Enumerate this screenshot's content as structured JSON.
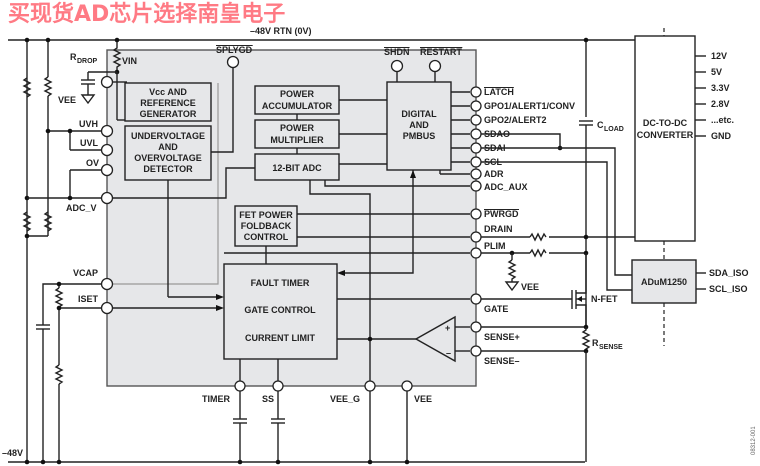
{
  "rails": {
    "top": "–48V RTN (0V)",
    "bottom": "–48V"
  },
  "components": {
    "r_drop": {
      "main": "R",
      "sub": "DROP"
    },
    "c_load": {
      "main": "C",
      "sub": "LOAD"
    },
    "r_sense": {
      "main": "R",
      "sub": "SENSE"
    },
    "n_fet": "N-FET",
    "vee_ground_left": "VEE",
    "vee_ground_plim": "VEE"
  },
  "blocks": {
    "vcc_ref": [
      "Vcc AND",
      "REFERENCE",
      "GENERATOR"
    ],
    "uv_ov": [
      "UNDERVOLTAGE",
      "AND",
      "OVERVOLTAGE",
      "DETECTOR"
    ],
    "power_acc": [
      "POWER",
      "ACCUMULATOR"
    ],
    "power_mult": [
      "POWER",
      "MULTIPLIER"
    ],
    "adc": "12-BIT ADC",
    "digital": [
      "DIGITAL",
      "AND",
      "PMBUS"
    ],
    "fet_foldback": [
      "FET POWER",
      "FOLDBACK",
      "CONTROL"
    ],
    "fault": [
      "FAULT TIMER",
      "GATE CONTROL",
      "CURRENT LIMIT"
    ],
    "dcdc": [
      "DC-TO-DC",
      "CONVERTER"
    ],
    "adum": "ADuM1250"
  },
  "pins": {
    "left": [
      "VIN",
      "UVH",
      "UVL",
      "OV",
      "ADC_V",
      "VCAP",
      "ISET"
    ],
    "top": [
      "SPLYGD",
      "SHDN",
      "RESTART"
    ],
    "right": [
      "LATCH",
      "GPO1/ALERT1/CONV",
      "GPO2/ALERT2",
      "SDAO",
      "SDAI",
      "SCL",
      "ADR",
      "ADC_AUX",
      "PWRGD",
      "DRAIN",
      "PLIM",
      "GATE",
      "SENSE+",
      "SENSE–"
    ],
    "bottom": [
      "TIMER",
      "SS",
      "VEE_G",
      "VEE"
    ]
  },
  "comparator": {
    "plus": "+",
    "minus": "–"
  },
  "dcdc_outputs": [
    "12V",
    "5V",
    "3.3V",
    "2.8V",
    "...etc.",
    "GND"
  ],
  "adum_outputs": [
    "SDA_ISO",
    "SCL_ISO"
  ],
  "figure_id": "08312-001",
  "watermark": "买现货AD芯片选择南皇电子",
  "colors": {
    "ic_fill": "#e6e7e9",
    "wire": "#222222",
    "watermark": "#ff2a3a"
  }
}
